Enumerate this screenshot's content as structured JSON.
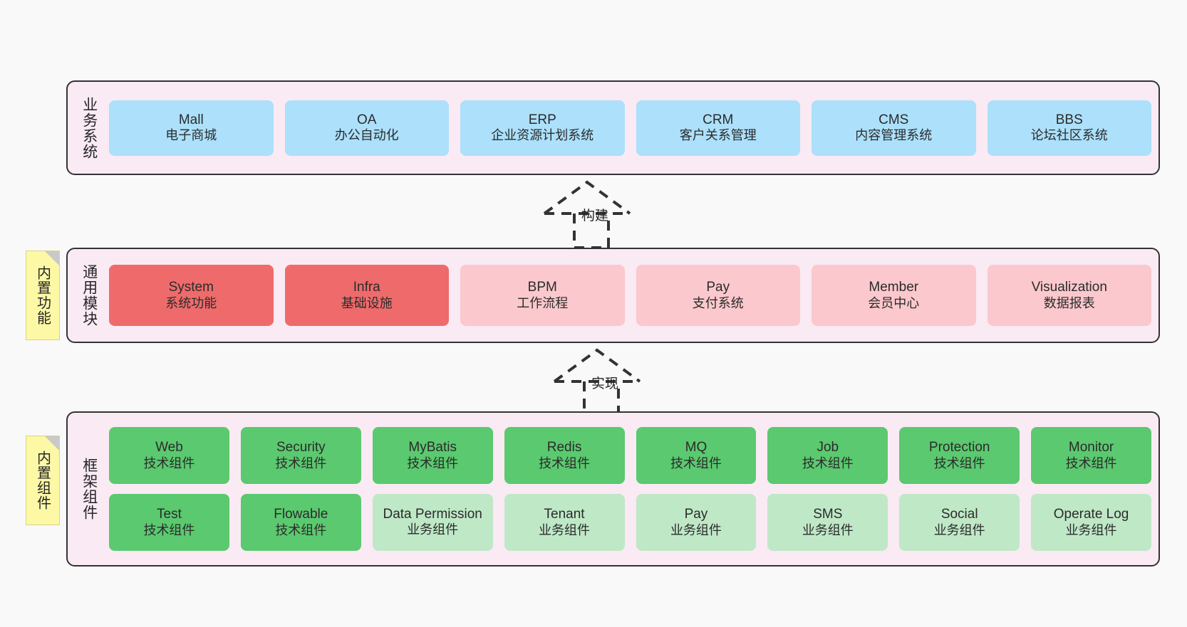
{
  "canvas": {
    "background": "#f9f9f9",
    "layer_fill": "#f9eaf4",
    "layer_border": "#333333"
  },
  "notes": [
    {
      "id": "builtin-functions",
      "label": "内置功能",
      "color": "#fcf8a6"
    },
    {
      "id": "builtin-components",
      "label": "内置组件",
      "color": "#fcf8a6"
    }
  ],
  "connectors": [
    {
      "id": "build",
      "label": "构建",
      "style": "dashed-generalization-up"
    },
    {
      "id": "implement",
      "label": "实现",
      "style": "dashed-generalization-up"
    }
  ],
  "layers": [
    {
      "id": "business-systems",
      "title": "业务系统",
      "color": "#ace0fb",
      "rows": [
        [
          {
            "en": "Mall",
            "cn": "电子商城",
            "variant": "blue"
          },
          {
            "en": "OA",
            "cn": "办公自动化",
            "variant": "blue"
          },
          {
            "en": "ERP",
            "cn": "企业资源计划系统",
            "variant": "blue"
          },
          {
            "en": "CRM",
            "cn": "客户关系管理",
            "variant": "blue"
          },
          {
            "en": "CMS",
            "cn": "内容管理系统",
            "variant": "blue"
          },
          {
            "en": "BBS",
            "cn": "论坛社区系统",
            "variant": "blue"
          }
        ]
      ]
    },
    {
      "id": "common-modules",
      "title": "通用模块",
      "color": "#ef6b6b",
      "rows": [
        [
          {
            "en": "System",
            "cn": "系统功能",
            "variant": "red"
          },
          {
            "en": "Infra",
            "cn": "基础设施",
            "variant": "red"
          },
          {
            "en": "BPM",
            "cn": "工作流程",
            "variant": "pink"
          },
          {
            "en": "Pay",
            "cn": "支付系统",
            "variant": "pink"
          },
          {
            "en": "Member",
            "cn": "会员中心",
            "variant": "pink"
          },
          {
            "en": "Visualization",
            "cn": "数据报表",
            "variant": "pink"
          }
        ]
      ]
    },
    {
      "id": "framework-components",
      "title": "框架组件",
      "color": "#5bc96f",
      "rows": [
        [
          {
            "en": "Web",
            "cn": "技术组件",
            "variant": "green"
          },
          {
            "en": "Security",
            "cn": "技术组件",
            "variant": "green"
          },
          {
            "en": "MyBatis",
            "cn": "技术组件",
            "variant": "green"
          },
          {
            "en": "Redis",
            "cn": "技术组件",
            "variant": "green"
          },
          {
            "en": "MQ",
            "cn": "技术组件",
            "variant": "green"
          },
          {
            "en": "Job",
            "cn": "技术组件",
            "variant": "green"
          },
          {
            "en": "Protection",
            "cn": "技术组件",
            "variant": "green"
          },
          {
            "en": "Monitor",
            "cn": "技术组件",
            "variant": "green"
          }
        ],
        [
          {
            "en": "Test",
            "cn": "技术组件",
            "variant": "green"
          },
          {
            "en": "Flowable",
            "cn": "技术组件",
            "variant": "green"
          },
          {
            "en": "Data Permission",
            "cn": "业务组件",
            "variant": "lgreen"
          },
          {
            "en": "Tenant",
            "cn": "业务组件",
            "variant": "lgreen"
          },
          {
            "en": "Pay",
            "cn": "业务组件",
            "variant": "lgreen"
          },
          {
            "en": "SMS",
            "cn": "业务组件",
            "variant": "lgreen"
          },
          {
            "en": "Social",
            "cn": "业务组件",
            "variant": "lgreen"
          },
          {
            "en": "Operate Log",
            "cn": "业务组件",
            "variant": "lgreen"
          }
        ]
      ]
    }
  ]
}
